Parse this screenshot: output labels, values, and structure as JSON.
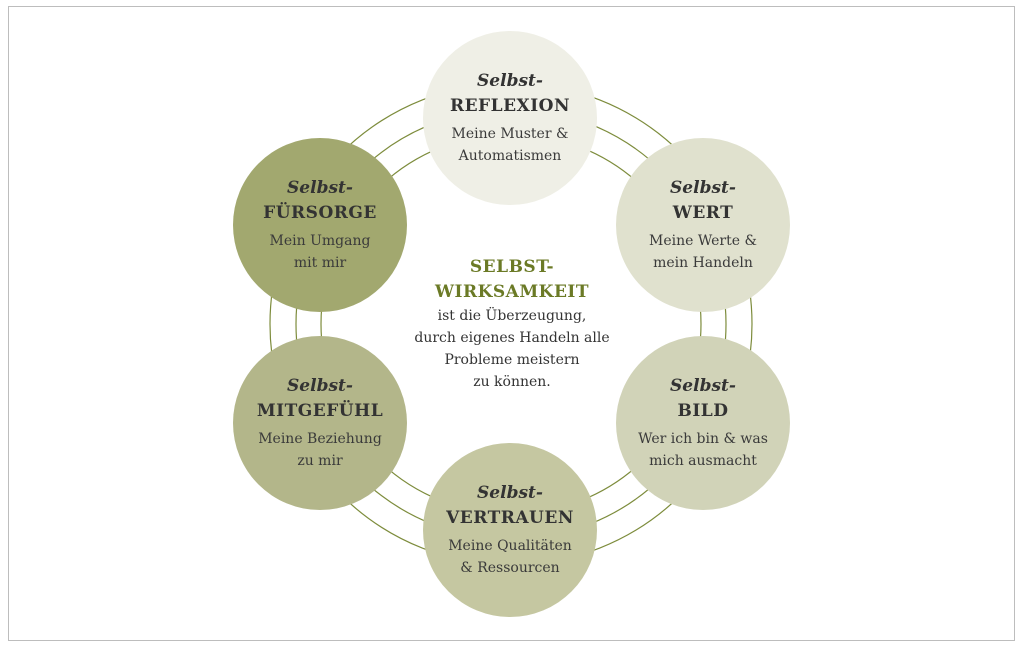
{
  "center": {
    "title_line1": "SELBST-",
    "title_line2": "WIRKSAMKEIT",
    "desc_lines": [
      "ist die Überzeugung,",
      "durch eigenes Handeln alle",
      "Probleme meistern",
      "zu können."
    ]
  },
  "nodes": [
    {
      "prefix": "Selbst-",
      "title": "REFLEXION",
      "desc1": "Meine Muster &",
      "desc2": "Automatismen",
      "color": "#efefe6"
    },
    {
      "prefix": "Selbst-",
      "title": "WERT",
      "desc1": "Meine Werte &",
      "desc2": "mein Handeln",
      "color": "#e0e1ce"
    },
    {
      "prefix": "Selbst-",
      "title": "BILD",
      "desc1": "Wer ich bin & was",
      "desc2": "mich ausmacht",
      "color": "#d1d3b8"
    },
    {
      "prefix": "Selbst-",
      "title": "VERTRAUEN",
      "desc1": "Meine Qualitäten",
      "desc2": "& Ressourcen",
      "color": "#c5c7a1"
    },
    {
      "prefix": "Selbst-",
      "title": "MITGEFÜHL",
      "desc1": "Meine Beziehung",
      "desc2": "zu mir",
      "color": "#b3b68a"
    },
    {
      "prefix": "Selbst-",
      "title": "FÜRSORGE",
      "desc1": "Mein Umgang",
      "desc2": "mit mir",
      "color": "#a2a86f"
    }
  ],
  "ring_color": "#7d8c3c"
}
